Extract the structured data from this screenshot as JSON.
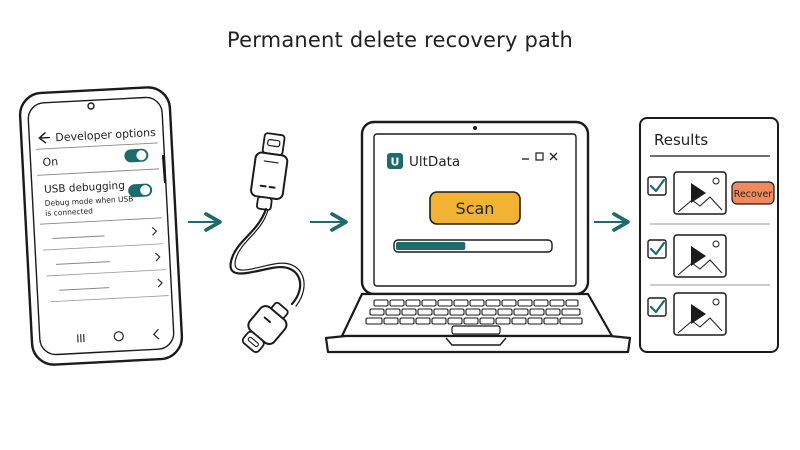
{
  "title": "Permanent delete recovery path",
  "phone": {
    "header": "Developer options",
    "on_label": "On",
    "usb_label": "USB debugging",
    "usb_desc_1": "Debug mode when USB",
    "usb_desc_2": "is connected",
    "on_toggle": true,
    "usb_toggle": true
  },
  "laptop": {
    "app_icon_letter": "U",
    "app_name": "UltData",
    "scan_label": "Scan",
    "scan_progress": 0.45
  },
  "results": {
    "title": "Results",
    "recover_label": "Recover"
  },
  "colors": {
    "accent": "#1f6b6b",
    "scan_button": "#f2b233",
    "recover_button": "#f08a5d",
    "progress": "#1f6b6b"
  }
}
